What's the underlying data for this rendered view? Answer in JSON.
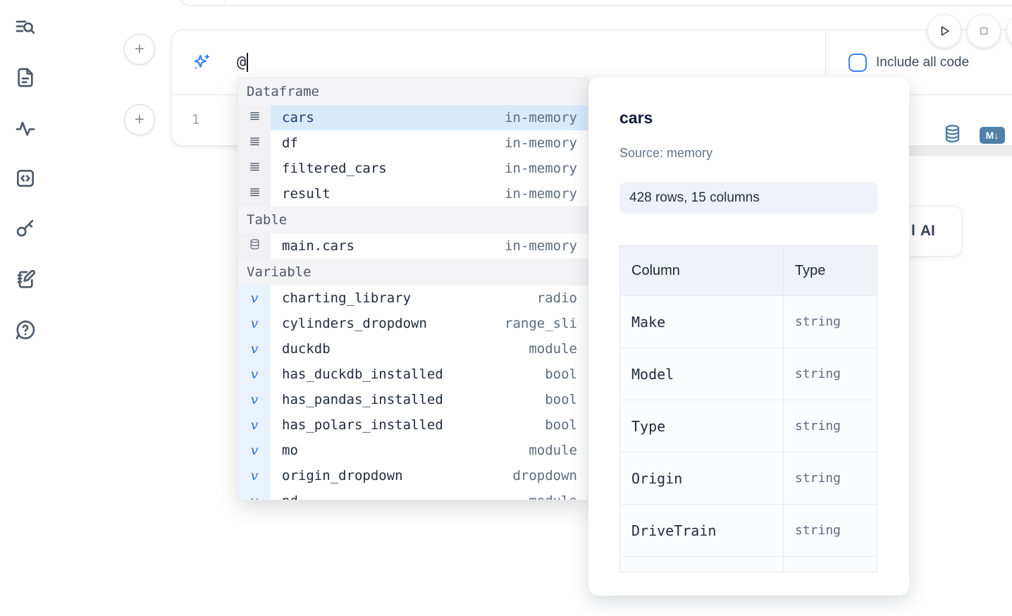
{
  "colors": {
    "accent_blue": "#3b82f6",
    "steel_blue": "#4f81a8",
    "selected_row_bg": "#d9eafb",
    "dark_navy": "#1c3d6e"
  },
  "sidebar": {
    "icons": [
      "list-search-icon",
      "file-text-icon",
      "activity-icon",
      "code-square-icon",
      "key-icon",
      "notebook-pen-icon",
      "help-bubble-icon"
    ]
  },
  "ai_bar": {
    "icon": "sparkles-icon",
    "prompt_value": "@",
    "include_all_code_label": "Include all code"
  },
  "run_controls": {
    "icons": [
      "play-icon",
      "stop-icon"
    ]
  },
  "editor": {
    "line_number": "1",
    "action_icons": [
      "database-icon",
      "markdown-export-icon"
    ],
    "markdown_badge": "M↓"
  },
  "completion": {
    "sections": [
      {
        "label": "Dataframe",
        "items": [
          {
            "icon": "rows-icon",
            "name": "cars",
            "type": "in-memory",
            "selected": true
          },
          {
            "icon": "rows-icon",
            "name": "df",
            "type": "in-memory"
          },
          {
            "icon": "rows-icon",
            "name": "filtered_cars",
            "type": "in-memory"
          },
          {
            "icon": "rows-icon",
            "name": "result",
            "type": "in-memory"
          }
        ]
      },
      {
        "label": "Table",
        "items": [
          {
            "icon": "database-icon",
            "name": "main.cars",
            "type": "in-memory"
          }
        ]
      },
      {
        "label": "Variable",
        "items": [
          {
            "icon": "variable-icon",
            "name": "charting_library",
            "type": "radio"
          },
          {
            "icon": "variable-icon",
            "name": "cylinders_dropdown",
            "type": "range_sli"
          },
          {
            "icon": "variable-icon",
            "name": "duckdb",
            "type": "module"
          },
          {
            "icon": "variable-icon",
            "name": "has_duckdb_installed",
            "type": "bool"
          },
          {
            "icon": "variable-icon",
            "name": "has_pandas_installed",
            "type": "bool"
          },
          {
            "icon": "variable-icon",
            "name": "has_polars_installed",
            "type": "bool"
          },
          {
            "icon": "variable-icon",
            "name": "mo",
            "type": "module"
          },
          {
            "icon": "variable-icon",
            "name": "origin_dropdown",
            "type": "dropdown"
          },
          {
            "icon": "variable-icon",
            "name": "pd",
            "type": "module",
            "clipped": true
          }
        ]
      }
    ]
  },
  "ai_context_button": {
    "fragment": "l",
    "label": "AI"
  },
  "preview_panel": {
    "title": "cars",
    "source": "Source: memory",
    "stats": "428 rows, 15 columns",
    "table": {
      "headers": [
        "Column",
        "Type"
      ],
      "rows": [
        {
          "column": "Make",
          "type": "string"
        },
        {
          "column": "Model",
          "type": "string"
        },
        {
          "column": "Type",
          "type": "string"
        },
        {
          "column": "Origin",
          "type": "string"
        },
        {
          "column": "DriveTrain",
          "type": "string"
        },
        {
          "column": "",
          "type": ""
        }
      ]
    }
  }
}
